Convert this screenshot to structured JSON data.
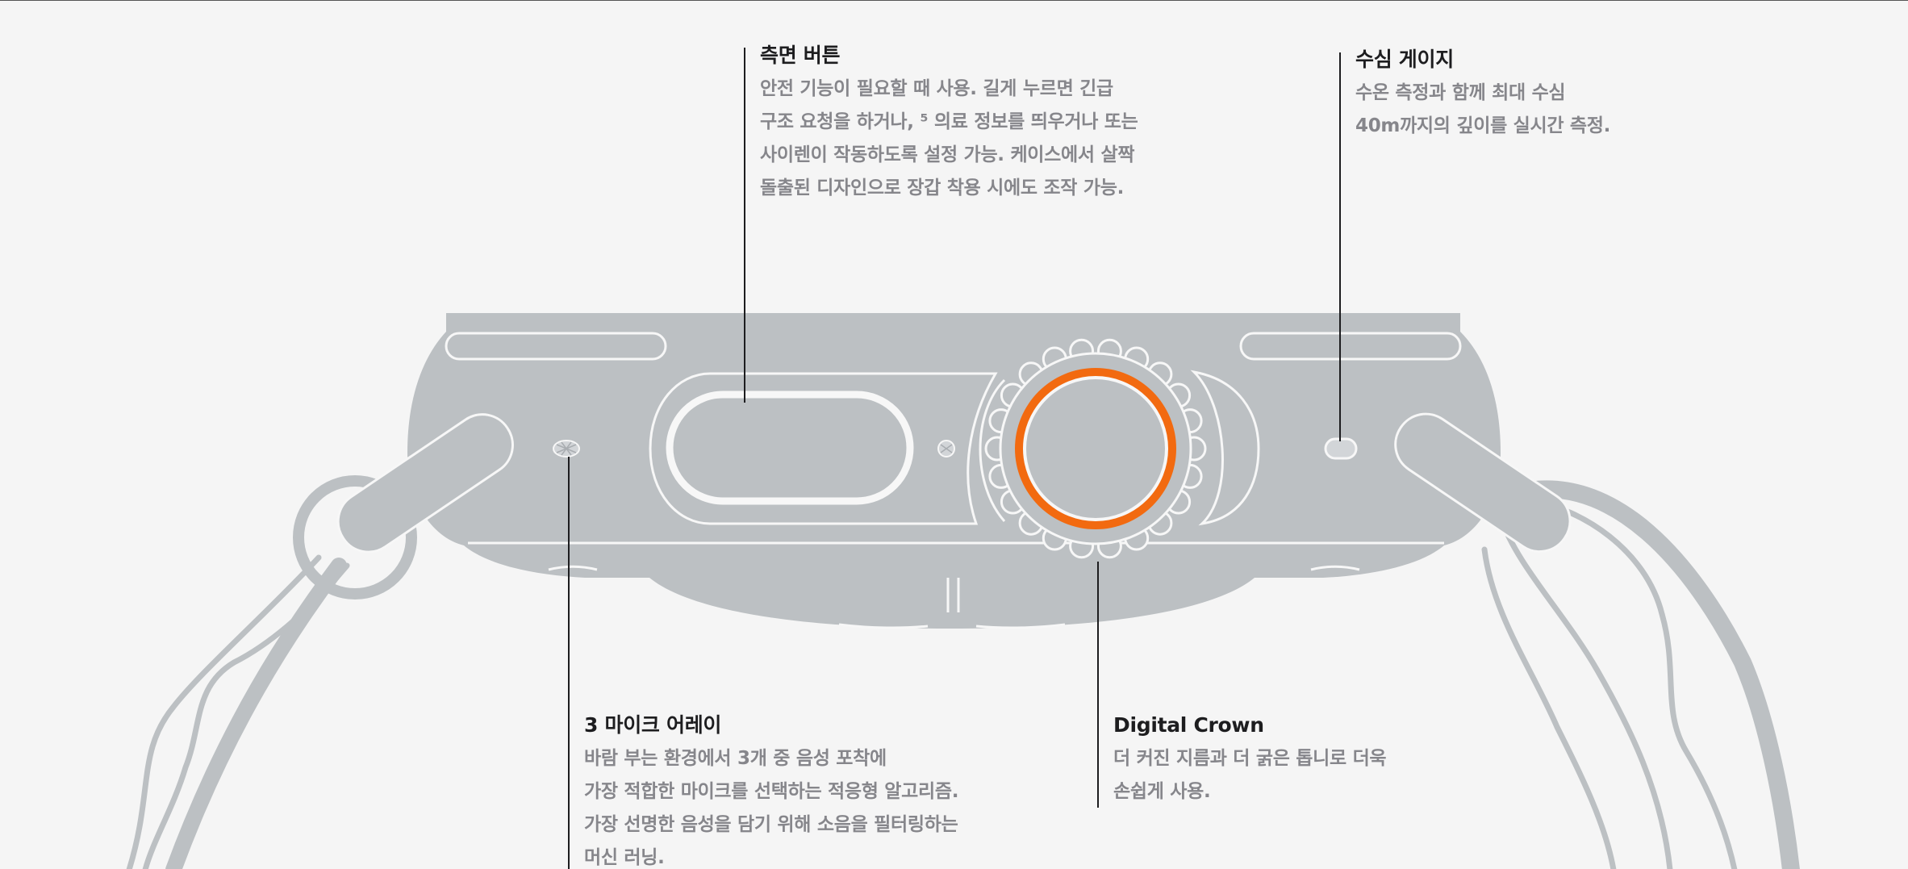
{
  "callouts": {
    "side_button": {
      "title": "측면 버튼",
      "lines": [
        "안전 기능이 필요할 때 사용. 길게 누르면 긴급",
        "구조 요청을 하거나, ⁵ 의료 정보를 띄우거나 또는",
        "사이렌이 작동하도록 설정 가능. 케이스에서 살짝",
        "돌출된 디자인으로 장갑 착용 시에도 조작 가능."
      ]
    },
    "depth_gauge": {
      "title": "수심 게이지",
      "lines": [
        "수온 측정과 함께 최대 수심",
        "40m까지의 깊이를 실시간 측정."
      ]
    },
    "mic_array": {
      "title": "3 마이크 어레이",
      "lines": [
        "바람 부는 환경에서 3개 중 음성 포착에",
        "가장 적합한 마이크를 선택하는 적응형 알고리즘.",
        "가장 선명한 음성을 담기 위해 소음을 필터링하는",
        "머신 러닝."
      ]
    },
    "digital_crown": {
      "title": "Digital Crown",
      "lines": [
        "더 커진 지름과 더 굵은 톱니로 더욱",
        "손쉽게 사용."
      ]
    }
  },
  "colors": {
    "background": "#f5f5f5",
    "case": "#bcc0c3",
    "outline": "#f7f7f7",
    "crown_accent": "#f26a10",
    "title_text": "#1d1d1f",
    "body_text": "#86868b"
  }
}
